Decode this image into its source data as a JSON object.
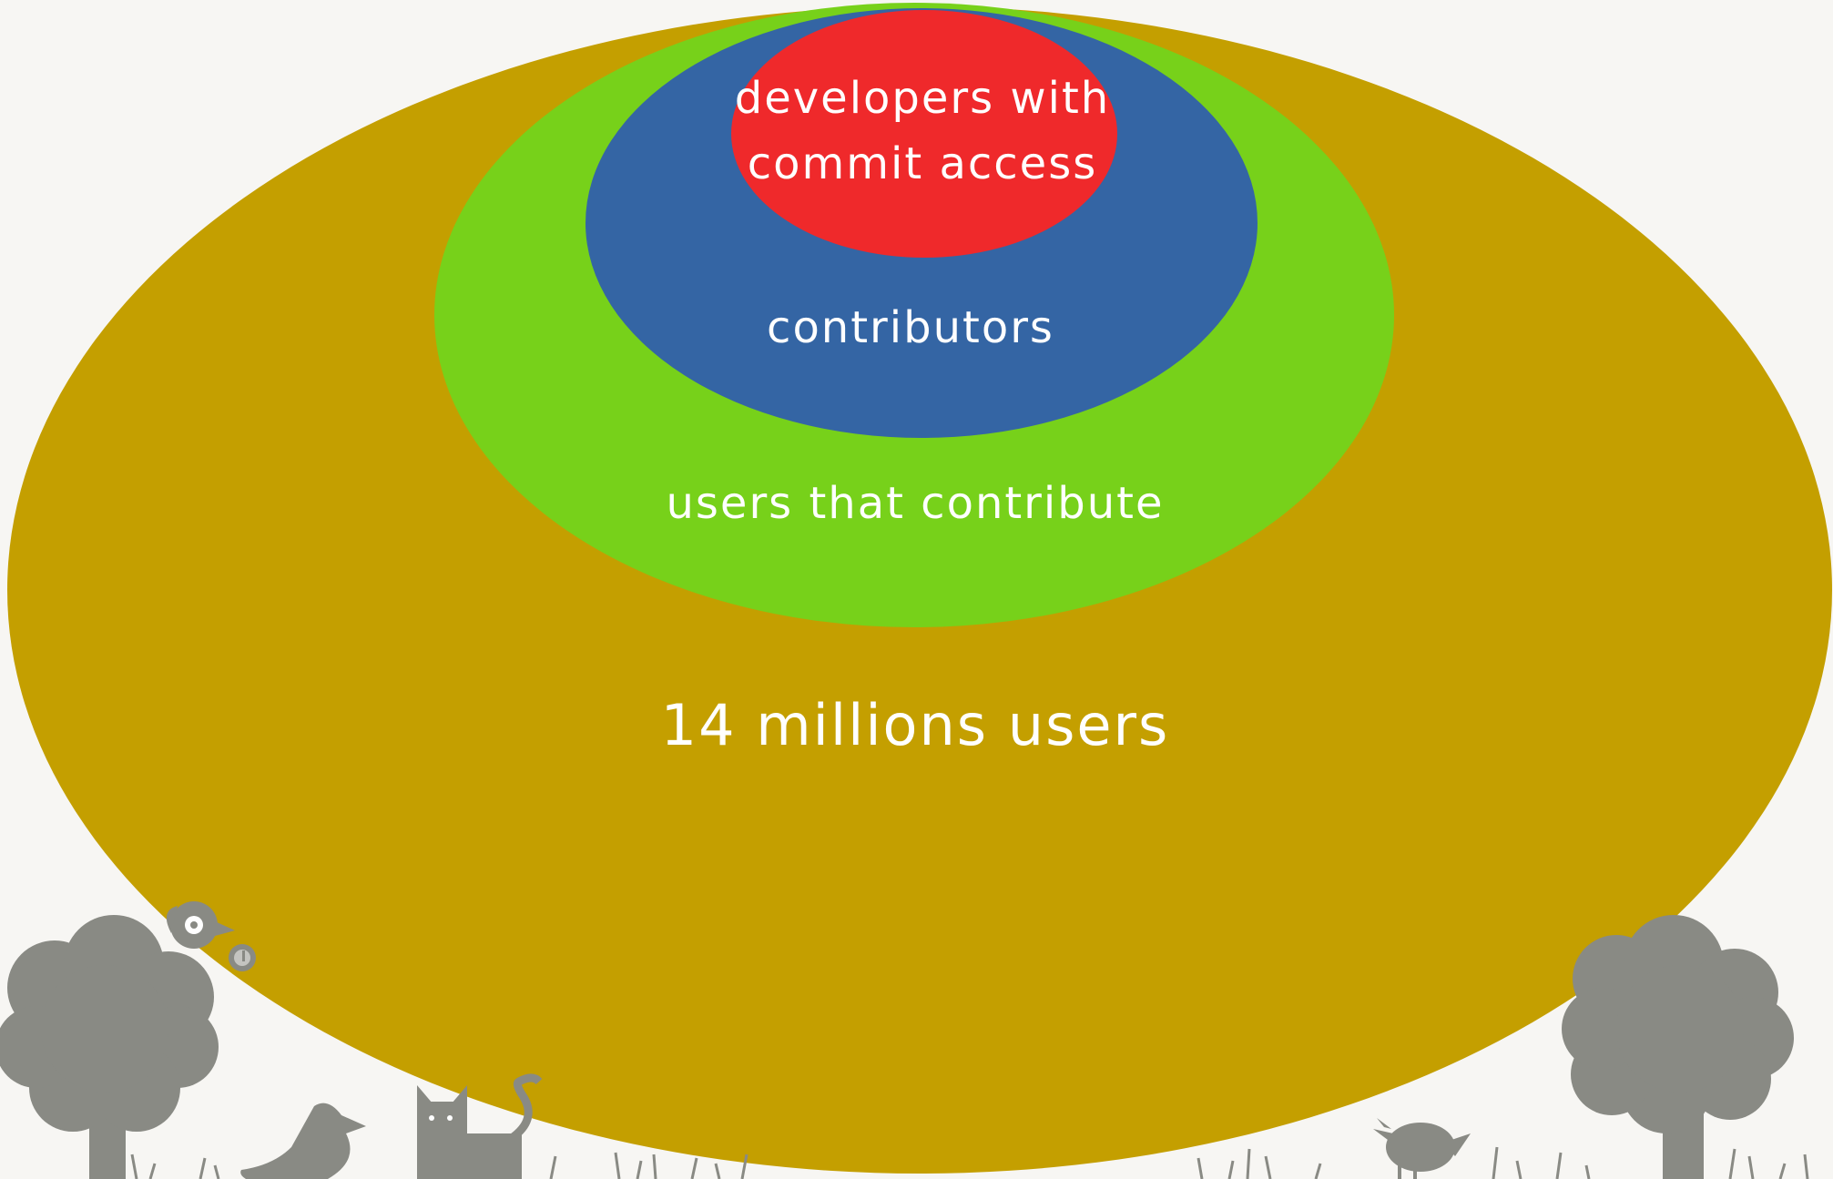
{
  "diagram": {
    "type": "nested-ellipses",
    "layers": [
      {
        "id": "users",
        "label": "14 millions users",
        "color": "#c49f00"
      },
      {
        "id": "users-that-contribute",
        "label": "users that contribute",
        "color": "#77d11a"
      },
      {
        "id": "contributors",
        "label": "contributors",
        "color": "#3465a4"
      },
      {
        "id": "developers",
        "label_line1": "developers with",
        "label_line2": "commit access",
        "color": "#ef292b"
      }
    ]
  },
  "decorations": {
    "color": "#898a84",
    "items": [
      "tree-left-icon",
      "bird-singing-icon",
      "music-note-icon",
      "bird-left-icon",
      "cat-icon",
      "bird-right-icon",
      "tree-right-icon",
      "grass-icon"
    ]
  }
}
